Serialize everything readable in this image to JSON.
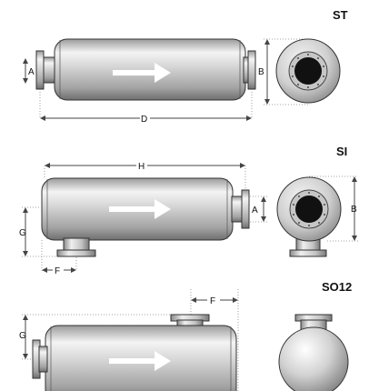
{
  "models": [
    {
      "id": "st",
      "label": "ST"
    },
    {
      "id": "si",
      "label": "SI"
    },
    {
      "id": "so12",
      "label": "SO12"
    }
  ],
  "dimensions": {
    "st": {
      "a": "A",
      "b": "B",
      "d": "D"
    },
    "si": {
      "h": "H",
      "g": "G",
      "f": "F",
      "a": "A",
      "b": "B"
    },
    "so12": {
      "f": "F",
      "g": "G"
    }
  },
  "colors": {
    "body_light": "#f2f2f2",
    "body_dark": "#8c8c8c",
    "outline": "#333333",
    "dim_line": "#444444",
    "dotted": "#888888",
    "arrow": "#ffffff",
    "bore": "#111111"
  },
  "icons": [
    "flow-direction-arrow",
    "flange-bolt-circle"
  ]
}
